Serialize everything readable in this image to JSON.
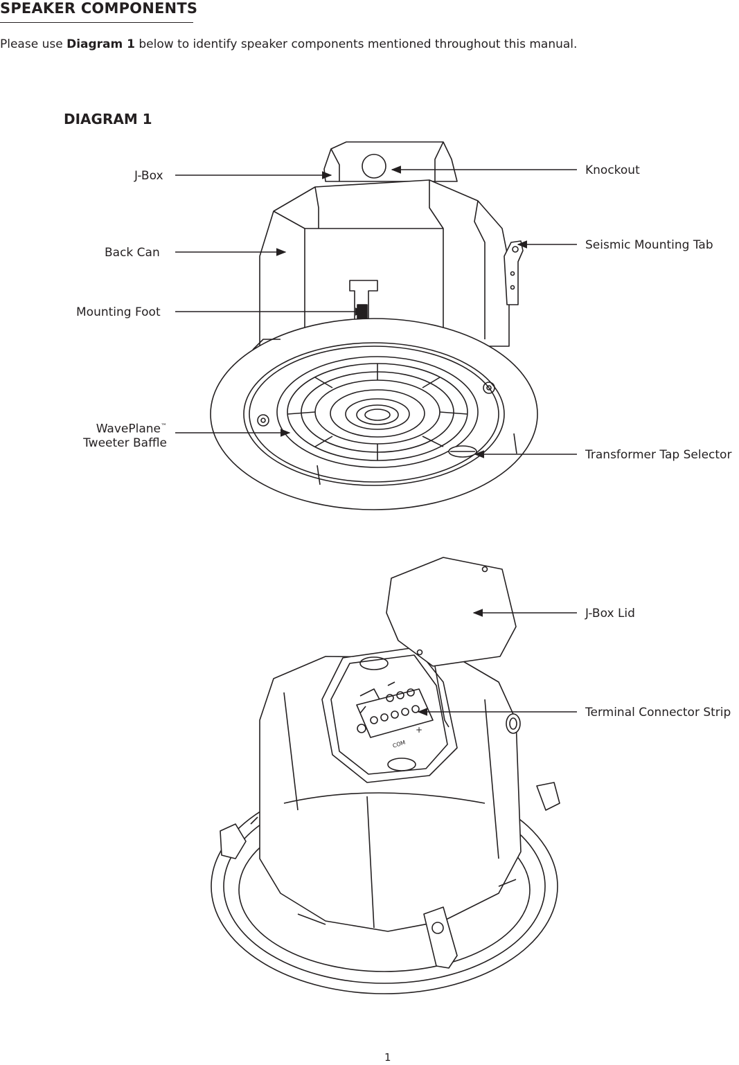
{
  "heading": "SPEAKER COMPONENTS",
  "intro": {
    "before": "Please use ",
    "bold": "Diagram 1",
    "after": " below to identify speaker components mentioned throughout this manual."
  },
  "diagram_title": "DIAGRAM 1",
  "labels": {
    "jbox": "J-Box",
    "back_can": "Back Can",
    "mounting_foot": "Mounting Foot",
    "waveplane": "WavePlane",
    "trademark": "™",
    "tweeter_baffle": "Tweeter Baffle",
    "knockout": "Knockout",
    "seismic_tab": "Seismic Mounting Tab",
    "transformer_tap": "Transformer Tap Selector",
    "jbox_lid": "J-Box Lid",
    "terminal_strip": "Terminal Connector Strip"
  },
  "terminal_markings": {
    "com": "COM",
    "plus": "+"
  },
  "page_number": "1"
}
